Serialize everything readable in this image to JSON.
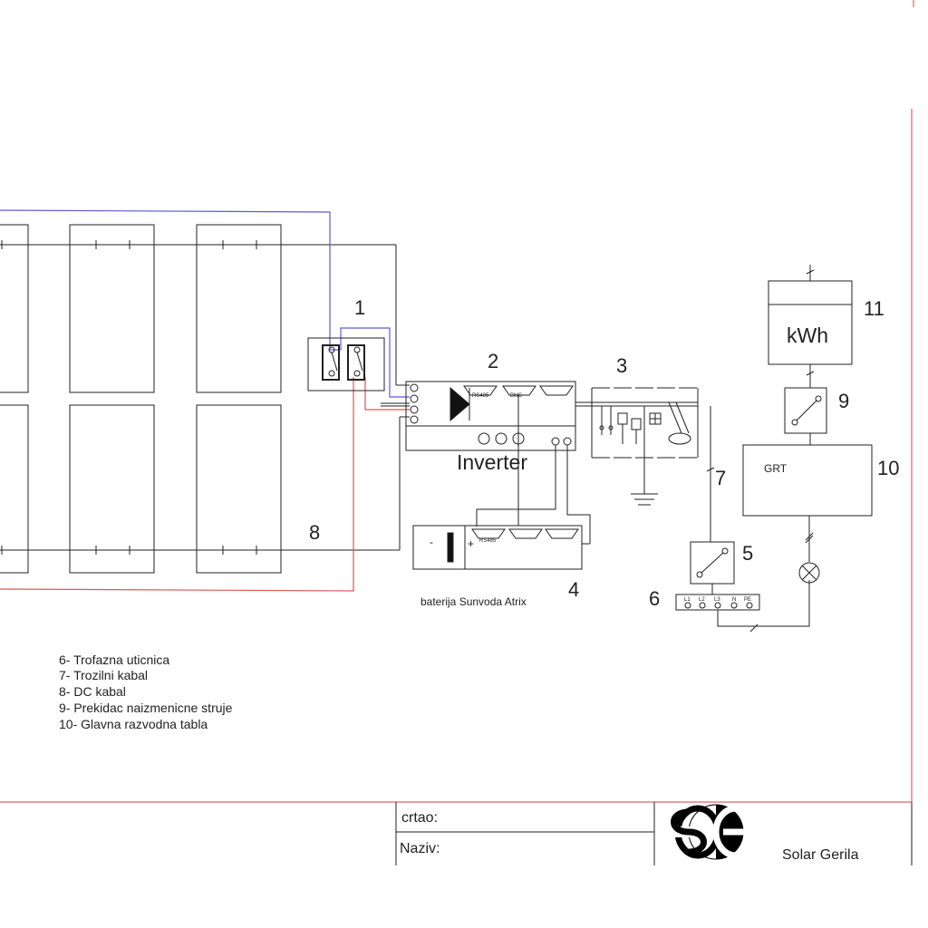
{
  "component_numbers": {
    "n1": "1",
    "n2": "2",
    "n3": "3",
    "n4": "4",
    "n5": "5",
    "n6": "6",
    "n7": "7",
    "n8": "8",
    "n9": "9",
    "n10": "10",
    "n11": "11"
  },
  "inverter": {
    "label": "Inverter",
    "port1": "RS485",
    "port2": "BMS"
  },
  "battery": {
    "label": "baterija Sunvoda Atrix",
    "minus": "-",
    "plus": "+",
    "port": "RS485"
  },
  "meter": {
    "label": "kWh"
  },
  "panel": {
    "label": "GRT"
  },
  "socket": {
    "l1": "L1",
    "l2": "L2",
    "l3": "L3",
    "n": "N",
    "pe": "PE"
  },
  "legend": [
    "6- Trofazna uticnica",
    "7- Trozilni kabal",
    "8- DC kabal",
    "9- Prekidac naizmenicne struje",
    "10- Glavna razvodna tabla"
  ],
  "title_block": {
    "drawn_by": "crtao:",
    "name": "Naziv:",
    "company": "Solar Gerila"
  },
  "colors": {
    "line": "#222222",
    "dc_positive": "#e05555",
    "dc_negative": "#5a5ad8",
    "frame": "#e06060"
  }
}
